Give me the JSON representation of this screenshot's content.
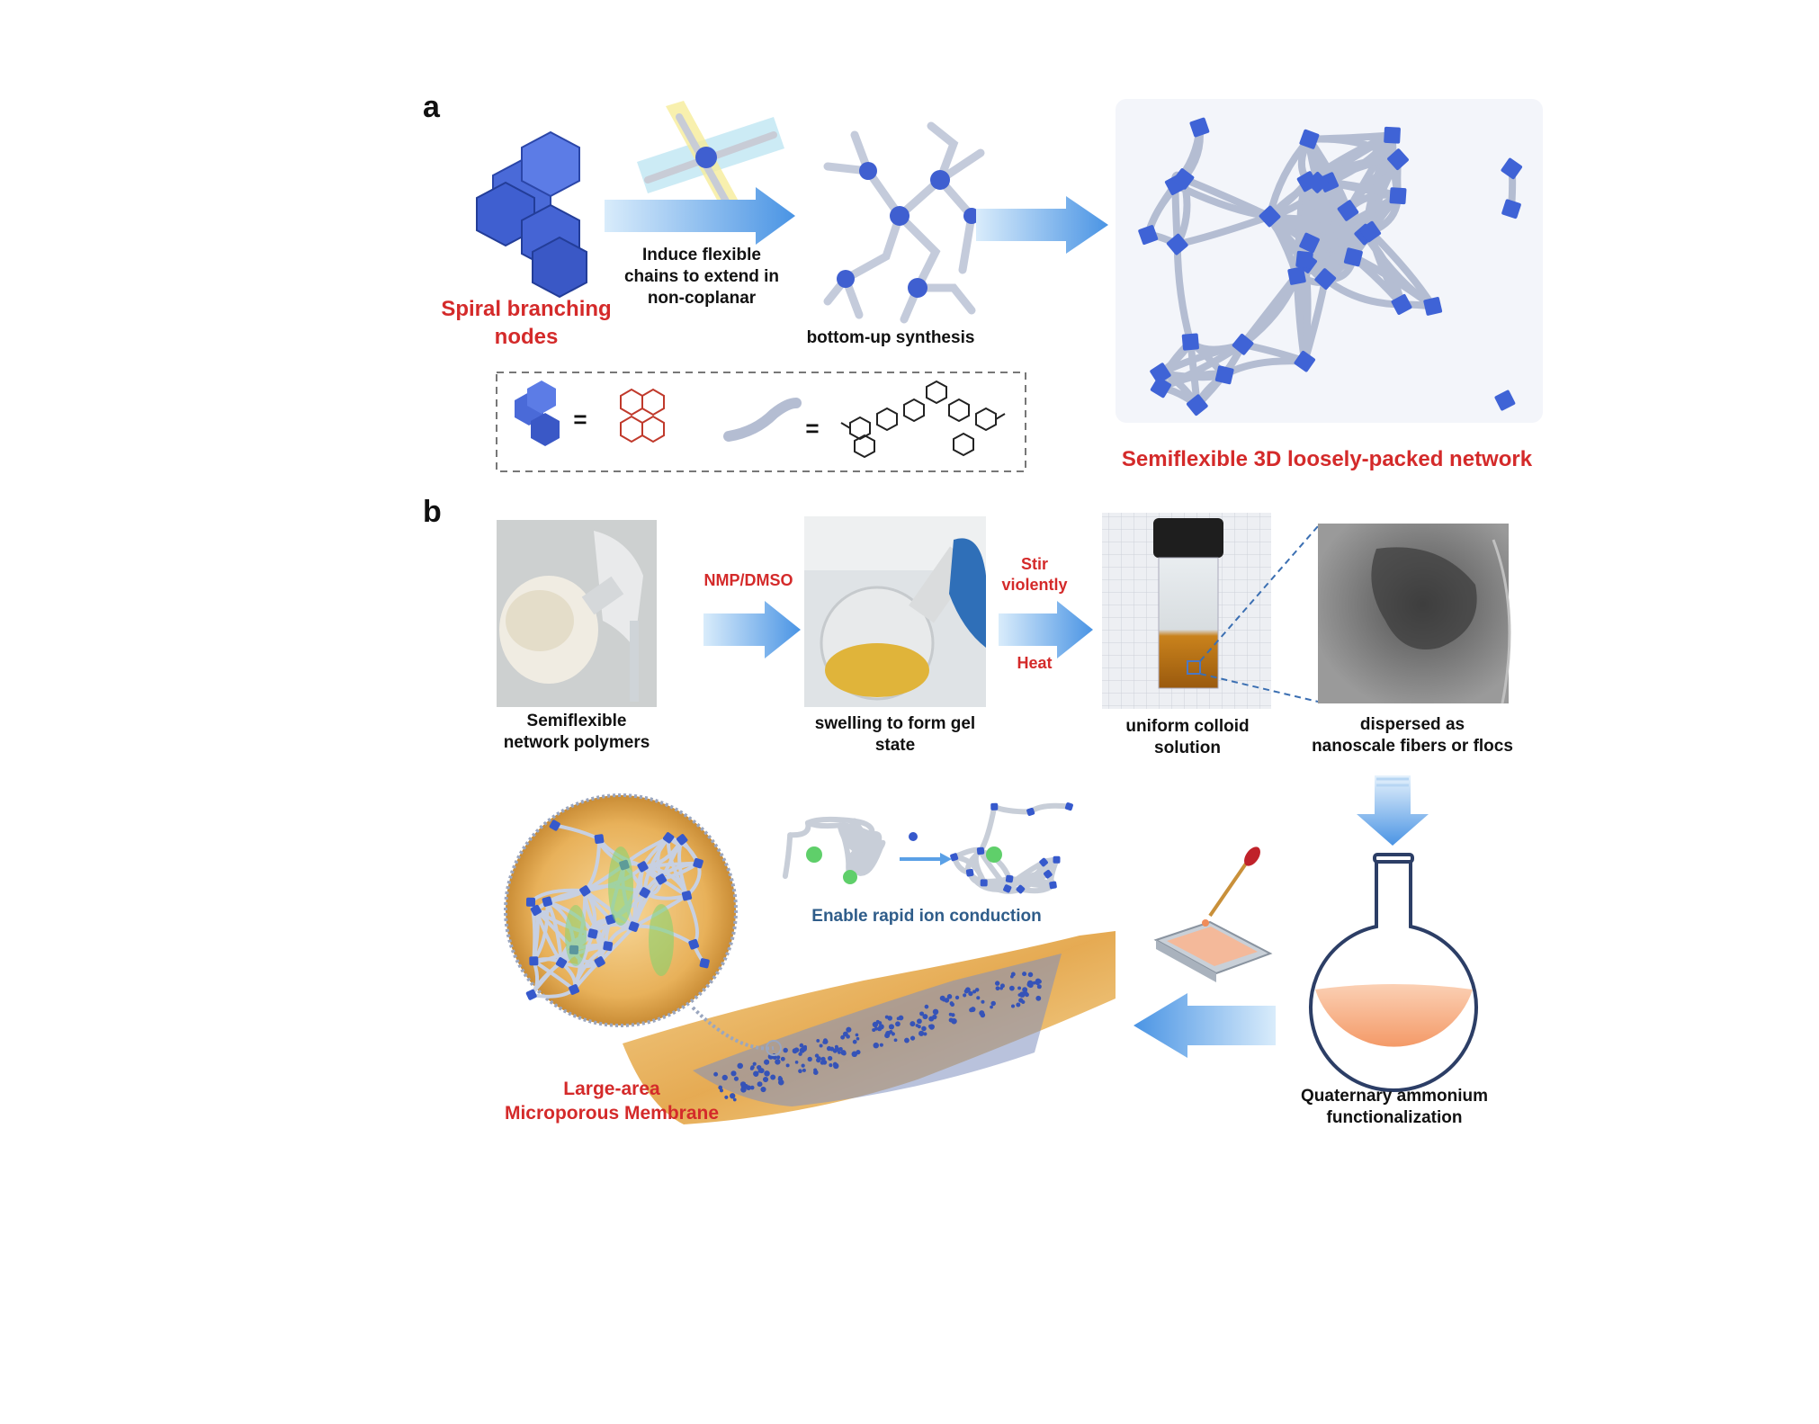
{
  "panels": {
    "a": "a",
    "b": "b"
  },
  "panel_a": {
    "node_label": "Spiral branching\nnodes",
    "arrow1_label": "Induce flexible\nchains to extend in\nnon-coplanar",
    "synthesis_label": "bottom-up synthesis",
    "network_label": "Semiflexible 3D loosely-packed  network",
    "legend_equals_1": "=",
    "legend_equals_2": "="
  },
  "panel_b": {
    "photo1_caption": "Semiflexible\nnetwork polymers",
    "arrow1_label": "NMP/DMSO",
    "photo2_caption": "swelling to form gel\nstate",
    "arrow2_label_top": "Stir\nviolently",
    "arrow2_label_bottom": "Heat",
    "photo3_caption": "uniform colloid\nsolution",
    "photo4_caption": "dispersed as\nnanoscale fibers or flocs",
    "flask_caption": "Quaternary ammonium\nfunctionalization",
    "ion_label": "Enable rapid ion conduction",
    "membrane_label": "Large-area\nMicroporous Membrane"
  },
  "colors": {
    "accent_red": "#d42a2a",
    "node_blue": "#3f5fd0",
    "arrow_blue": "#5aa0e6",
    "chain_gray": "#b9c2d6",
    "membrane_gold": "#e0a94a",
    "flask_orange": "#f4a77c",
    "ion_green": "#5fcf6a"
  }
}
